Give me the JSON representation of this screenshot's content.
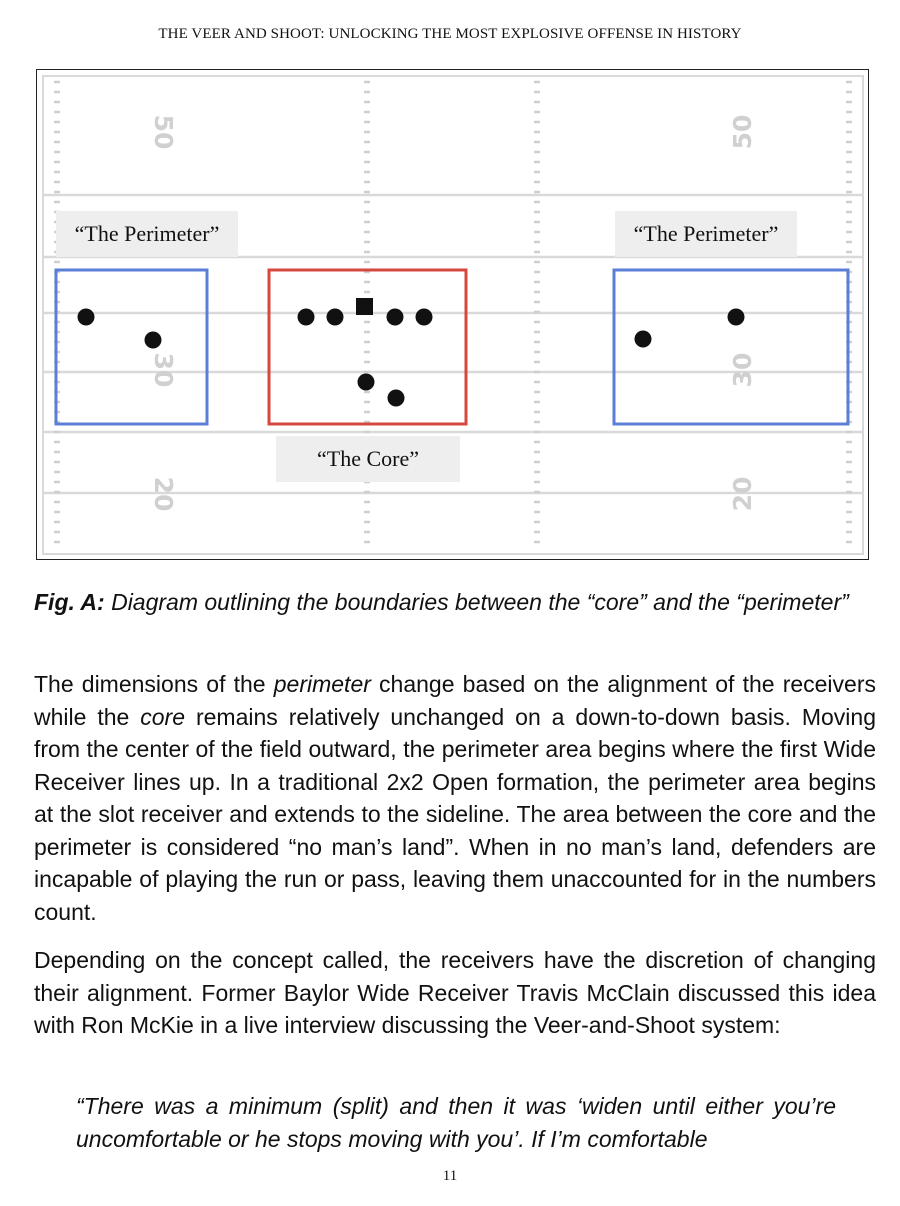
{
  "header": {
    "running_title": "THE VEER AND SHOOT: UNLOCKING THE MOST EXPLOSIVE OFFENSE IN HISTORY"
  },
  "figure": {
    "labels": {
      "perimeter_left": "“The Perimeter”",
      "perimeter_right": "“The Perimeter”",
      "core": "“The Core”"
    },
    "yard_numbers": {
      "left_top": "50",
      "left_mid": "30",
      "left_bottom": "20",
      "right_top": "50",
      "right_mid": "30",
      "right_bottom": "20"
    },
    "colors": {
      "perimeter_box": "#5b7fd6",
      "core_box": "#d6483f",
      "player": "#111111",
      "field_lines": "#d9d9d9",
      "yard_number": "#d0d0d0"
    }
  },
  "caption": {
    "prefix": "Fig. A:",
    "text": " Diagram outlining the boundaries between the “core” and the “perimeter”"
  },
  "body": {
    "p1_a": "The dimensions of the ",
    "p1_em1": "perimeter",
    "p1_b": " change based on the alignment of the receivers while the ",
    "p1_em2": "core",
    "p1_c": " remains relatively unchanged on a down-to-down basis. Moving from the center of the field outward, the perimeter area begins where the first Wide Receiver lines up. In a traditional 2x2 Open formation, the perimeter area begins at the slot receiver and extends to the sideline. The area between the core and the perimeter is considered “no man’s land”. When in no man’s land, defenders are incapable of playing the run or pass, leaving them unaccounted for in the numbers count.",
    "p2": "Depending on the concept called, the receivers have the discretion of changing their alignment. Former Baylor Wide Receiver Travis McClain discussed this idea with Ron McKie in a live interview discussing the Veer-and-Shoot system:",
    "quote": "“There was a minimum (split) and then it was ‘widen until either you’re uncomfortable or he stops moving with you’. If I’m comfortable"
  },
  "footer": {
    "page_number": "11"
  }
}
